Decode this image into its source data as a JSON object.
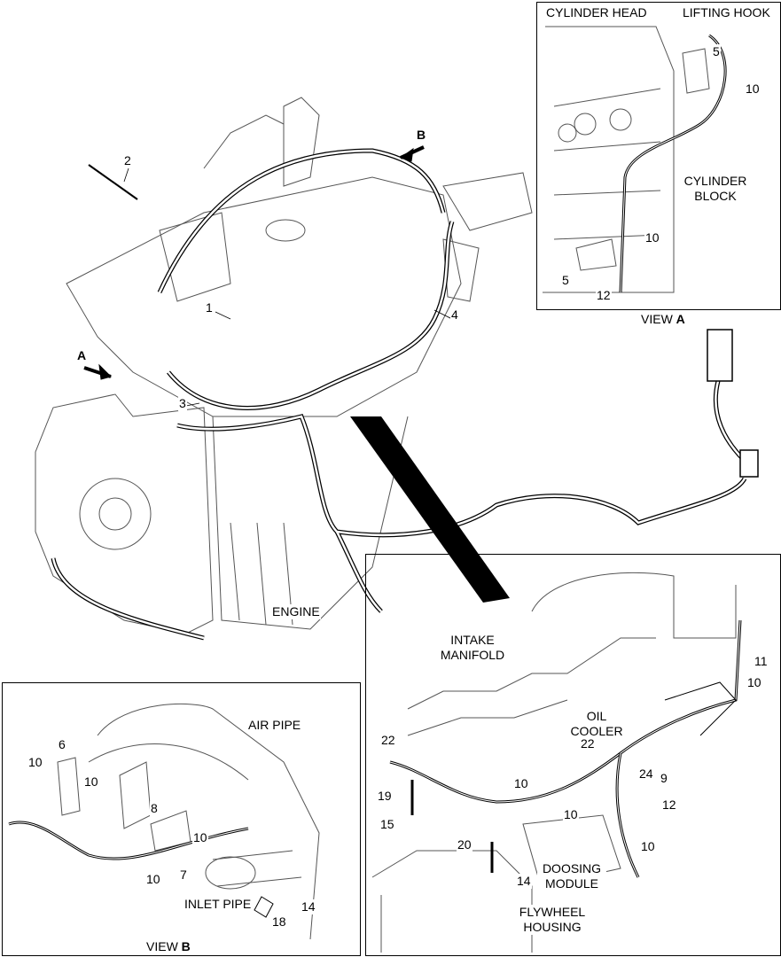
{
  "main_view": {
    "labels": {
      "engine": "ENGINE",
      "p2": "2",
      "pB": "B",
      "p1": "1",
      "p4": "4",
      "pA": "A",
      "p3": "3"
    }
  },
  "view_a": {
    "title_prefix": "VIEW",
    "title_letter": "A",
    "labels": {
      "cylinder_head": "CYLINDER HEAD",
      "lifting_hook": "LIFTING HOOK",
      "cylinder_block_1": "CYLINDER",
      "cylinder_block_2": "BLOCK",
      "p5a": "5",
      "p10a": "10",
      "p10b": "10",
      "p5b": "5",
      "p12": "12"
    }
  },
  "view_b": {
    "title_prefix": "VIEW",
    "title_letter": "B",
    "labels": {
      "air_pipe": "AIR PIPE",
      "inlet_pipe": "INLET PIPE",
      "p6": "6",
      "p10a": "10",
      "p10b": "10",
      "p8": "8",
      "p10c": "10",
      "p7": "7",
      "p10d": "10",
      "p14": "14",
      "p18": "18"
    }
  },
  "detail_view": {
    "labels": {
      "intake_1": "INTAKE",
      "intake_2": "MANIFOLD",
      "oil_1": "OIL",
      "oil_2": "COOLER",
      "doosing_1": "DOOSING",
      "doosing_2": "MODULE",
      "flywheel_1": "FLYWHEEL",
      "flywheel_2": "HOUSING",
      "p11": "11",
      "p10a": "10",
      "p22a": "22",
      "p22b": "22",
      "p24": "24",
      "p9": "9",
      "p10b": "10",
      "p12": "12",
      "p19": "19",
      "p10c": "10",
      "p15": "15",
      "p20": "20",
      "p10d": "10",
      "p14": "14"
    }
  }
}
